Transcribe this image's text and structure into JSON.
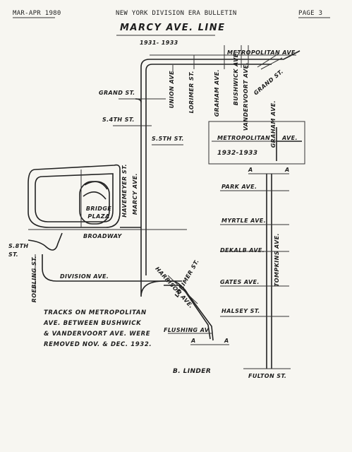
{
  "header": {
    "date": "MAR-APR 1980",
    "publication": "NEW YORK DIVISION ERA BULLETIN",
    "page": "PAGE 3"
  },
  "map": {
    "title": "MARCY AVE. LINE",
    "years": "1931- 1933",
    "inset_years": "1932-1933",
    "streets": {
      "metropolitan_ave": "METROPOLITAN AVE",
      "union_ave": "UNION AVE",
      "lorimer_st": "LORIMER ST.",
      "graham_ave": "GRAHAM AVE.",
      "bushwick_ave": "BUSHWICK AVE.",
      "vandervoort_ave": "VANDERVOORT AVE.",
      "grand_st": "GRAND ST.",
      "grand_st_right": "GRAND ST.",
      "s4th_st": "S.4TH ST.",
      "s5th_st": "S.5TH ST.",
      "havemeyer_st": "HAVEMEYER ST.",
      "marcy_ave": "MARCY AVE.",
      "bridge_plaza": "BRIDGE PLAZA",
      "broadway": "BROADWAY",
      "s8th_st": "S.8TH ST.",
      "roebling_st": "ROEBLING ST.",
      "division_ave": "DIVISION AVE.",
      "harrison_ave": "HARRISON AVE.",
      "lorimer_st_lower": "LORIMER ST.",
      "flushing_av": "FLUSHING AV.",
      "park_ave": "PARK AVE.",
      "myrtle_ave": "MYRTLE AVE.",
      "dekalb_ave": "DEKALB AVE.",
      "gates_ave": "GATES AVE.",
      "halsey_st": "HALSEY ST.",
      "fulton_st": "FULTON ST.",
      "tompkins_ave": "TOMPKINS AVE.",
      "inset_graham_ave": "GRAHAM AVE.",
      "inset_metropolitan": "METROPOLITAN",
      "inset_ave": "AVE."
    },
    "section_marker": "A",
    "note": "TRACKS ON METROPOLITAN AVE. BETWEEN BUSHWICK & VANDERVOORT AVE. WERE REMOVED NOV. & DEC. 1932.",
    "note_lines": [
      "TRACKS ON METROPOLITAN",
      "AVE. BETWEEN BUSHWICK",
      "& VANDERVOORT AVE. WERE",
      "REMOVED NOV. & DEC. 1932."
    ],
    "credit": "B. LINDER"
  }
}
